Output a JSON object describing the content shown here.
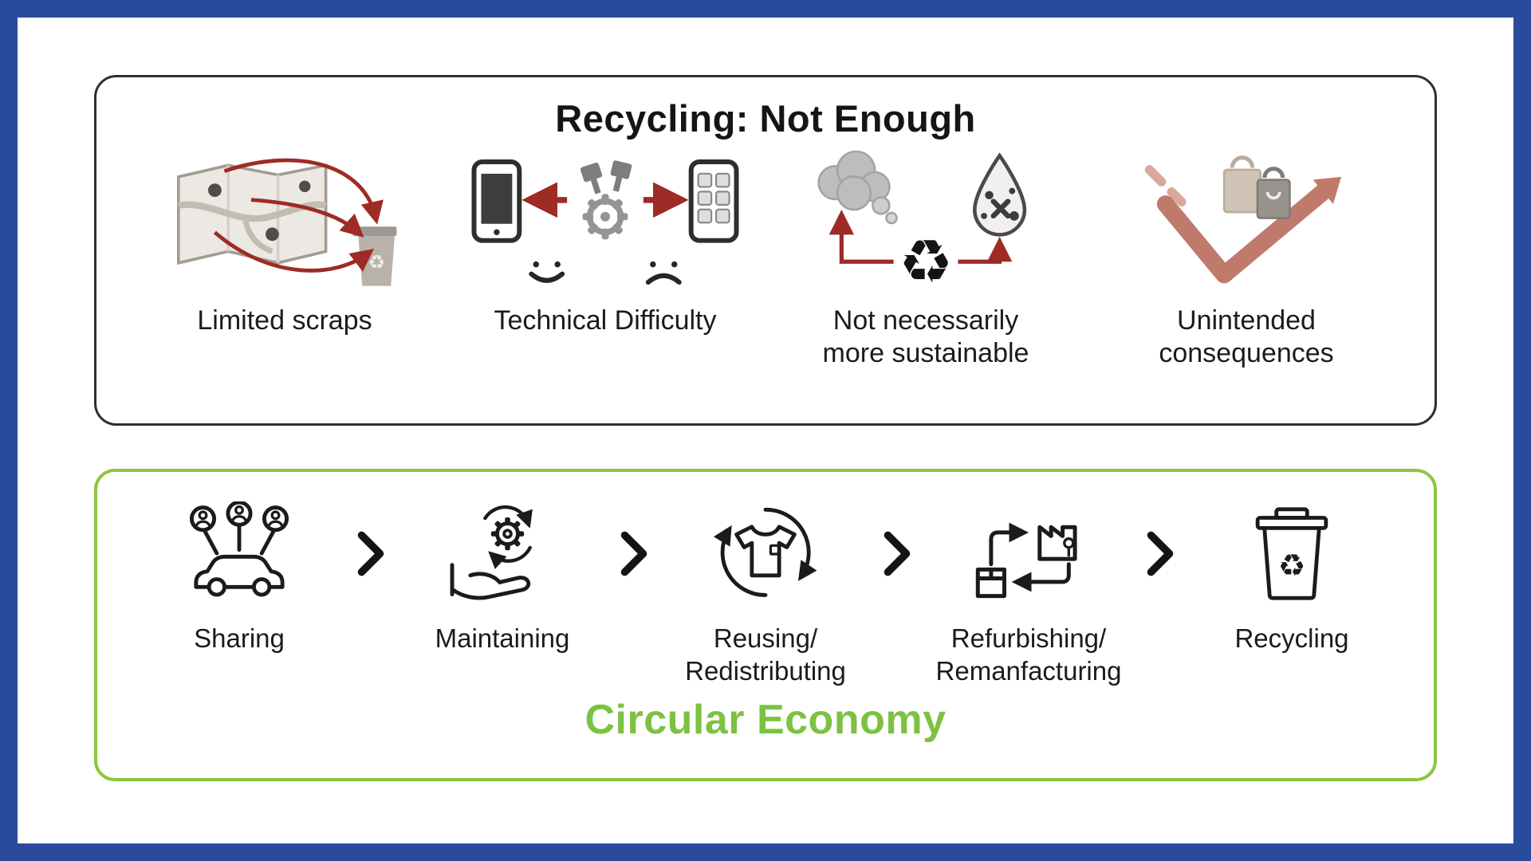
{
  "frame": {
    "border_color": "#2a4a9c",
    "background": "#ffffff"
  },
  "top_panel": {
    "title": "Recycling: Not Enough",
    "border_color": "#2f2f2f",
    "arrow_color": "#9e2b25",
    "items": [
      {
        "icon": "map-to-trash-icon",
        "label": "Limited scraps"
      },
      {
        "icon": "phone-disassembly-icon",
        "label": "Technical Difficulty"
      },
      {
        "icon": "pollution-recycle-icon",
        "label": "Not necessarily\nmore sustainable"
      },
      {
        "icon": "consumption-growth-icon",
        "label": "Unintended\nconsequences"
      }
    ]
  },
  "bottom_panel": {
    "title": "Circular Economy",
    "border_color": "#8dc63f",
    "title_color": "#7cc242",
    "line_icon_color": "#1b1b1b",
    "separator_icon": "chevron-right-icon",
    "stages": [
      {
        "icon": "car-sharing-icon",
        "label": "Sharing"
      },
      {
        "icon": "hand-gear-icon",
        "label": "Maintaining"
      },
      {
        "icon": "tshirt-reuse-icon",
        "label": "Reusing/\nRedistributing"
      },
      {
        "icon": "box-factory-icon",
        "label": "Refurbishing/\nRemanfacturing"
      },
      {
        "icon": "recycle-bin-icon",
        "label": "Recycling"
      }
    ]
  }
}
